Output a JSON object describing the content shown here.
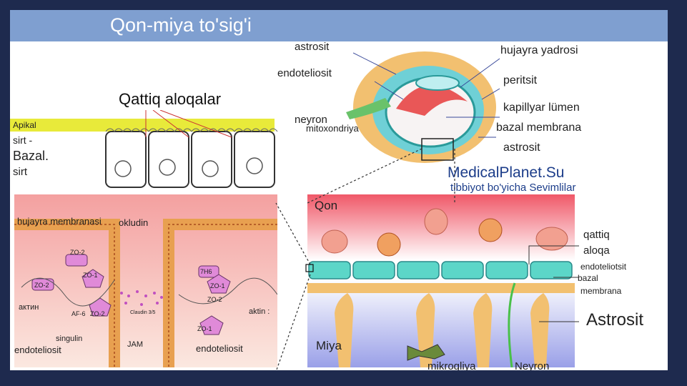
{
  "title": "Qon-miya to'sig'i",
  "tight": {
    "heading": "Qattiq aloqalar",
    "side_labels": [
      "Apikal",
      "sirt -",
      "Bazal.",
      "sirt"
    ]
  },
  "capillary": {
    "labels": [
      "astrosit",
      "endoteliosit",
      "neyron",
      "mitoxondriya",
      "hujayra yadrosi",
      "peritsit",
      "kapillyar lümen",
      "bazal membrana",
      "astrosit"
    ]
  },
  "watermark": {
    "site": "MedicalPlanet.Su",
    "tagline": "tibbiyot bo'yicha Sevimlilar"
  },
  "junction": {
    "labels": [
      "hujayra membranasi",
      "okludin",
      "ZO-2",
      "ZO-1",
      "7H6",
      "ZO-1",
      "ZO-2",
      "ZO-2",
      "актин",
      "AF-6",
      "ZO-2",
      "Claudin 3/5",
      "ZO-1",
      "aktin :",
      "singulin",
      "JAM",
      "endoteliosit",
      "endoteliosit"
    ]
  },
  "barrier": {
    "labels": [
      "Qon",
      "qattiq",
      "aloqa",
      "endoteliotsit",
      "bazal",
      "membrana",
      "Astrosit",
      "Miya",
      "mikrogliya",
      "Neyron"
    ]
  },
  "colors": {
    "title_bar": "#7f9fd0",
    "slide_bg": "#1e2a4e",
    "tight_band": "#e8ea3a",
    "endothelium": "#5cd6c8",
    "astrocyte": "#f2c070",
    "blood": "#e84a5a",
    "brain": "#9aa0e8"
  }
}
